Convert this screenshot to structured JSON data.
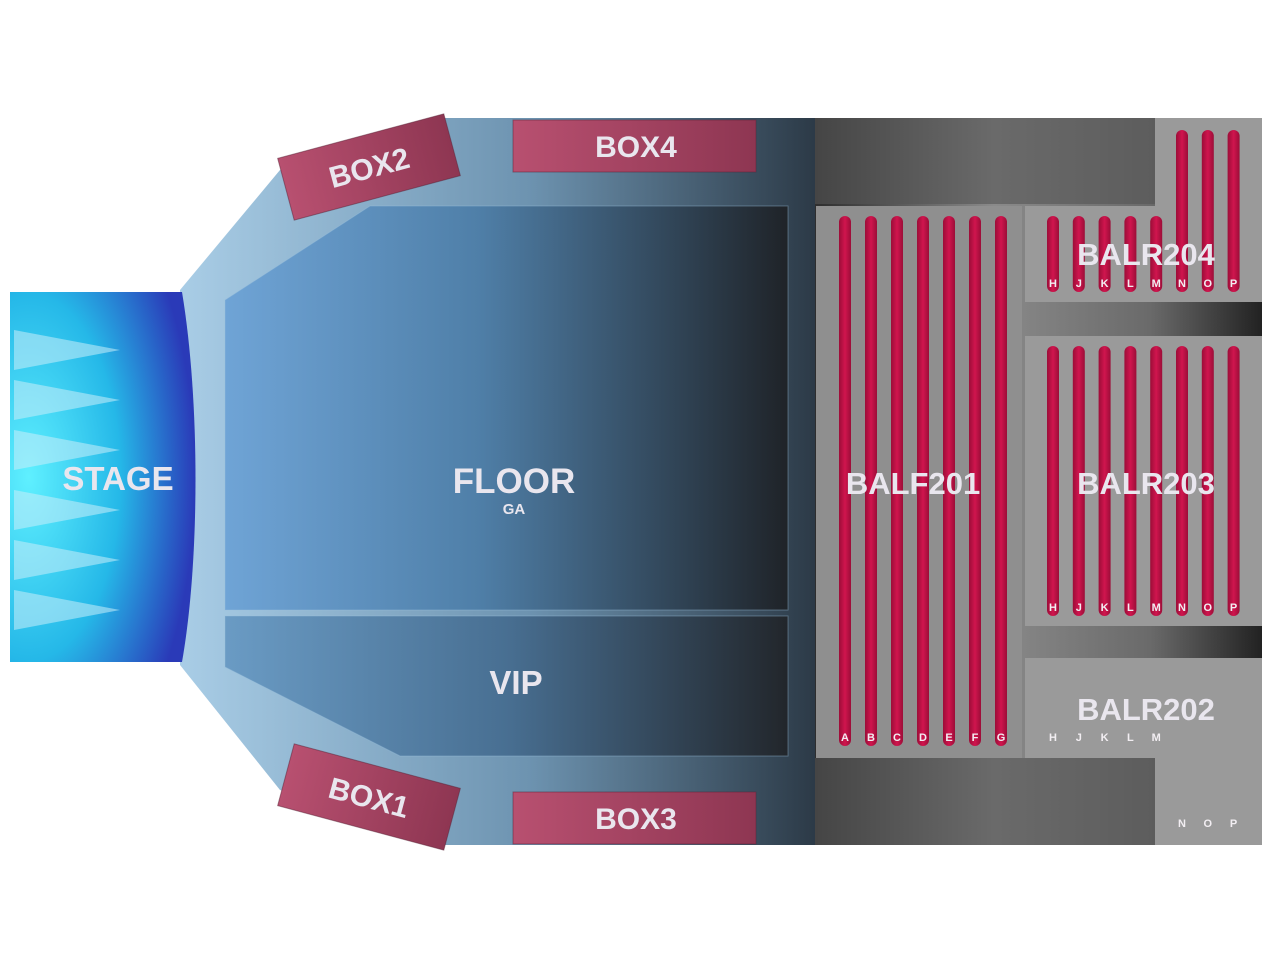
{
  "map": {
    "stage": {
      "label": "STAGE"
    },
    "floor": {
      "label": "FLOOR",
      "sublabel": "GA"
    },
    "vip": {
      "label": "VIP"
    },
    "boxes": {
      "box1": "BOX1",
      "box2": "BOX2",
      "box3": "BOX3",
      "box4": "BOX4"
    },
    "balf201": {
      "label": "BALF201",
      "rows": [
        "A",
        "B",
        "C",
        "D",
        "E",
        "F",
        "G"
      ]
    },
    "balr202": {
      "label": "BALR202",
      "rows": [
        "H",
        "J",
        "K",
        "L",
        "M",
        "N",
        "O",
        "P"
      ],
      "row_labels_shown": [
        "H",
        "J",
        "K",
        "L",
        "M",
        "N",
        "O",
        "P"
      ]
    },
    "balr203": {
      "label": "BALR203",
      "rows": [
        "H",
        "J",
        "K",
        "L",
        "M",
        "N",
        "O",
        "P"
      ]
    },
    "balr204": {
      "label": "BALR204",
      "rows": [
        "H",
        "J",
        "K",
        "L",
        "M",
        "N",
        "O",
        "P"
      ]
    },
    "colors": {
      "seat_row": "#c8144a",
      "box": "#a2445f",
      "floor": "#4f87b8",
      "stage": "#3ad6f0",
      "balcony": "#8e8e8e"
    }
  }
}
